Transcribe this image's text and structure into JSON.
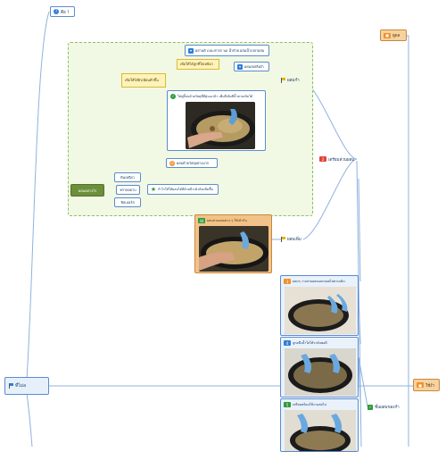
{
  "nodes": {
    "top_left": "คือ ?",
    "root": "ที่ไม่อ",
    "top_right": "ดูผล",
    "right_mid": "ใช้งำ",
    "right_bottom": "ชั้นผสมของกำ",
    "step2": "เตรียมส่วนผสม",
    "flag_upper": "ผสมกำ",
    "flag_lower": "ผสมเพิ่ม",
    "green_parent": "ผสมอย่างไร",
    "leaf_a": "ดินเหนียว",
    "leaf_b": "ทรายหยาบ",
    "leaf_c": "ฟิลเลอร์ส",
    "star_note": "กำไรให้ให้ผสมได้ดีด้วยนีวะผิวดินเพิ่มขึ้น",
    "orange_small": "ผสมด้วยวัสดุอย่างมาก",
    "photo_header": "ใส่ฟูลิ้ลนด้วยวัสดุที่มีฝุ่นเอามิว เพิ่มสีเข้มสีน้ำตาลเข้มได้",
    "top_box": "ผสานดิ เบอะห่ากก พอ นํ้าด้วย ผสมน้ำเปลาผสม",
    "mid_box": "ผสมเทลลิ่งผ้า",
    "callout_upper": "เพื่อให้ได้ลูกที่ใสเหนียว",
    "callout_left": "เพื่อให้ได้ผิวเนียนทั่วขึ้น",
    "orange_card": "ผสมส่วนผสมต่าง ๆ ให้เข้ากัน",
    "card3": "ผสมๆ วางส่วนผสมแยกย่อยไปตามเดิม",
    "card4": "ลูกคลึงน้ำใส่ให้ระดับพอดี",
    "card5": "เตรียมพร้อมใช้งานต่อไป"
  },
  "badges": {
    "q": "?",
    "n2": "2",
    "n3": "3",
    "n4": "4",
    "n5": "5",
    "orange": "44"
  },
  "icons": [
    "question-icon",
    "flag-icon",
    "star-icon",
    "pin-icon",
    "badge-icon"
  ],
  "colors": {
    "link": "#8fb2df",
    "node_border": "#5b8bd0",
    "group_fill": "#f1f8e3",
    "group_border": "#8cbf5e",
    "green_parent": "#6b8f3a",
    "orange": "#f1c38a",
    "orange_border": "#c9893a",
    "callout": "#fff3b8",
    "badge_red": "#e0443b",
    "badge_orange": "#f0902a"
  }
}
